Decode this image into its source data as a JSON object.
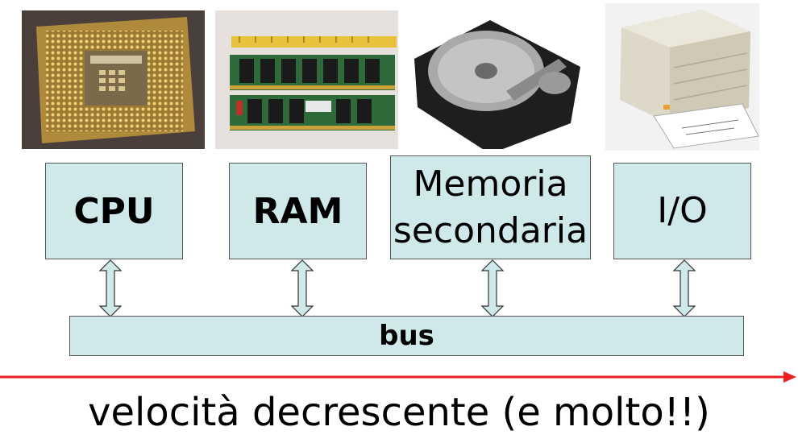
{
  "components": [
    {
      "label": "CPU",
      "photo": "cpu-chip"
    },
    {
      "label": "RAM",
      "photo": "ram-modules"
    },
    {
      "label": "Memoria secondaria",
      "line1": "Memoria",
      "line2": "secondaria",
      "photo": "hard-disk"
    },
    {
      "label": "I/O",
      "photo": "printer"
    }
  ],
  "bus": {
    "label": "bus"
  },
  "speed": {
    "caption": "velocità decrescente (e molto!!)",
    "arrow_color": "#e8201f"
  },
  "colors": {
    "box_fill": "#cfe8ea",
    "box_border": "#555555"
  }
}
